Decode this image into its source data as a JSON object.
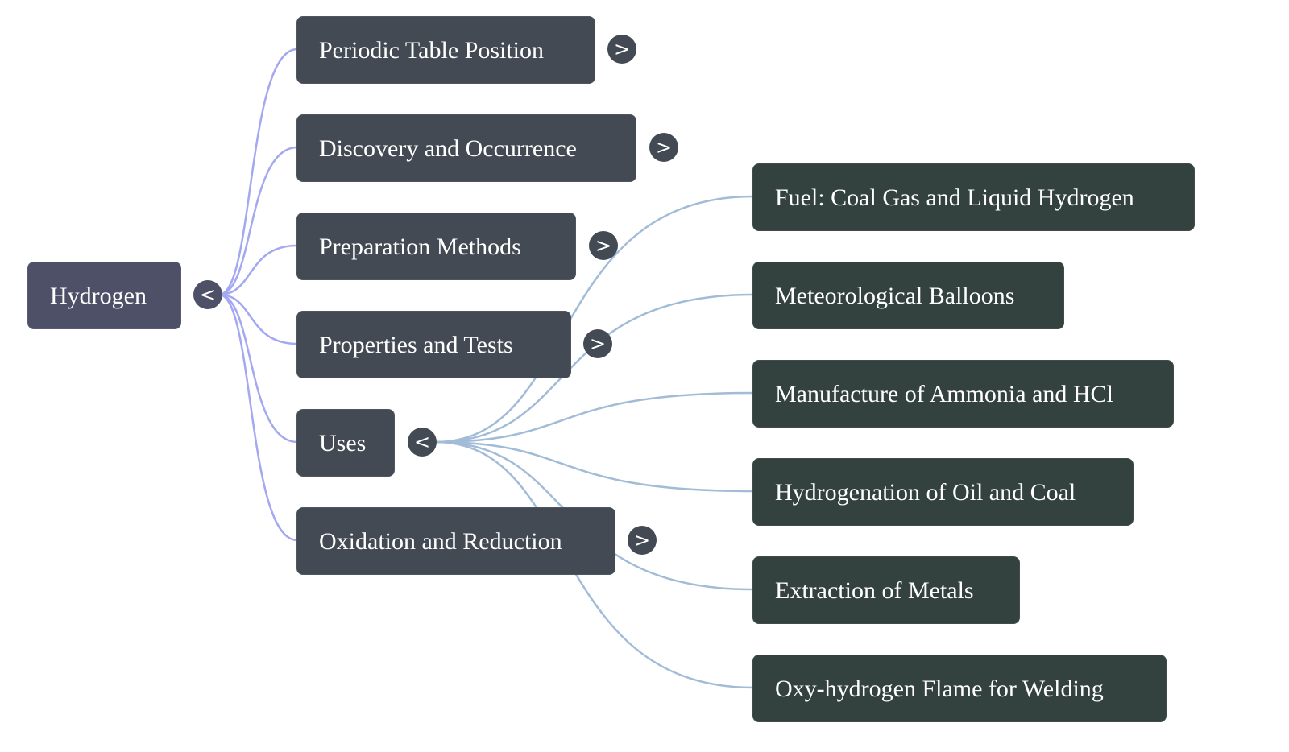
{
  "colors": {
    "root_fill": "#4d5066",
    "level1_fill": "#434a54",
    "level2_fill": "#33413f",
    "root_edge": "#a3a8f0",
    "uses_edge": "#a2bcd8"
  },
  "root": {
    "label": "Hydrogen",
    "toggle": "<",
    "toggle_icon": "collapse-chevron-left-icon"
  },
  "branches": [
    {
      "label": "Periodic Table Position",
      "toggle": ">",
      "state": "collapsed"
    },
    {
      "label": "Discovery and Occurrence",
      "toggle": ">",
      "state": "collapsed"
    },
    {
      "label": "Preparation Methods",
      "toggle": ">",
      "state": "collapsed"
    },
    {
      "label": "Properties and Tests",
      "toggle": ">",
      "state": "collapsed"
    },
    {
      "label": "Uses",
      "toggle": "<",
      "state": "expanded"
    },
    {
      "label": "Oxidation and Reduction",
      "toggle": ">",
      "state": "collapsed"
    }
  ],
  "uses_children": [
    {
      "label": "Fuel: Coal Gas and Liquid Hydrogen"
    },
    {
      "label": "Meteorological Balloons"
    },
    {
      "label": "Manufacture of Ammonia and HCl"
    },
    {
      "label": "Hydrogenation of Oil and Coal"
    },
    {
      "label": "Extraction of Metals"
    },
    {
      "label": "Oxy-hydrogen Flame for Welding"
    }
  ]
}
